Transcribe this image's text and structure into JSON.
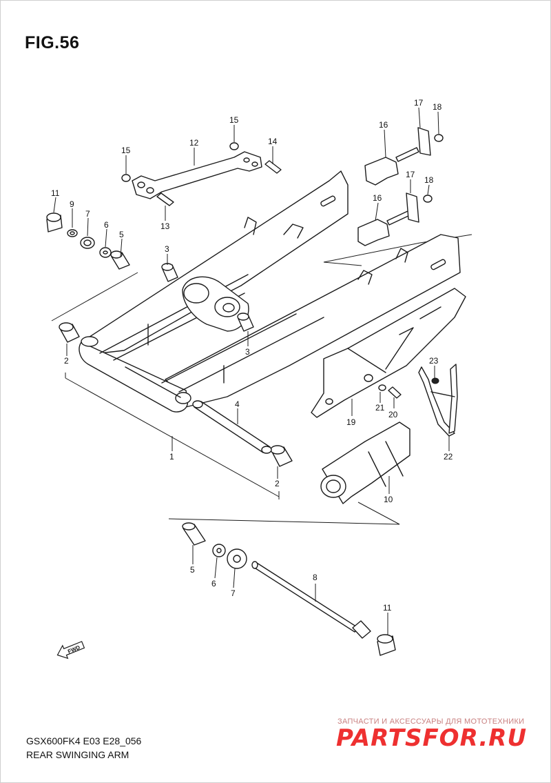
{
  "figure": {
    "title": "FIG.56",
    "model_code": "GSX600FK4 E03 E28_056",
    "caption": "REAR SWINGING ARM"
  },
  "forward_arrow_label": "FWD",
  "watermark": {
    "tagline": "ЗАПЧАСТИ И АКСЕССУАРЫ ДЛЯ МОТОТЕХНИКИ",
    "logo": "PARTSFOR.RU"
  },
  "callouts": {
    "c1": "1",
    "c2a": "2",
    "c2b": "2",
    "c3a": "3",
    "c3b": "3",
    "c4": "4",
    "c5a": "5",
    "c5b": "5",
    "c6a": "6",
    "c6b": "6",
    "c7a": "7",
    "c7b": "7",
    "c8": "8",
    "c9": "9",
    "c10": "10",
    "c11a": "11",
    "c11b": "11",
    "c12": "12",
    "c13": "13",
    "c14": "14",
    "c15a": "15",
    "c15b": "15",
    "c16a": "16",
    "c16b": "16",
    "c17a": "17",
    "c17b": "17",
    "c18a": "18",
    "c18b": "18",
    "c19": "19",
    "c20": "20",
    "c21": "21",
    "c22": "22",
    "c23": "23"
  },
  "colors": {
    "line": "#1a1a1a",
    "watermark_red": "#ee3030"
  }
}
